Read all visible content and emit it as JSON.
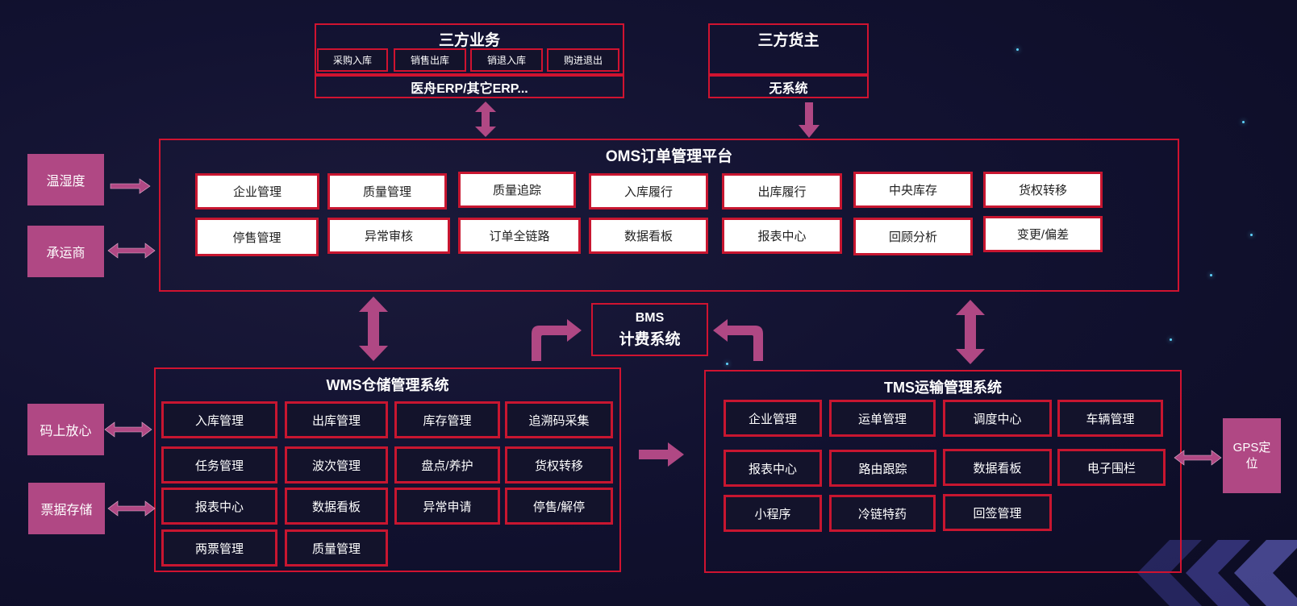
{
  "colors": {
    "frame": "#d01330",
    "side_box": "#b04884",
    "arrow": "#b04884",
    "background": "#121231"
  },
  "third_party_business": {
    "title": "三方业务",
    "items": [
      "采购入库",
      "销售出库",
      "销退入库",
      "购进退出"
    ],
    "erp": "医舟ERP/其它ERP..."
  },
  "third_party_owner": {
    "title": "三方货主",
    "system": "无系统"
  },
  "oms": {
    "title": "OMS订单管理平台",
    "row1": [
      "企业管理",
      "质量管理",
      "质量追踪",
      "入库履行",
      "出库履行",
      "中央库存",
      "货权转移"
    ],
    "row2": [
      "停售管理",
      "异常审核",
      "订单全链路",
      "数据看板",
      "报表中心",
      "回顾分析",
      "变更/偏差"
    ]
  },
  "bms": {
    "line1": "BMS",
    "line2": "计费系统"
  },
  "wms": {
    "title": "WMS仓储管理系统",
    "rows": [
      [
        "入库管理",
        "出库管理",
        "库存管理",
        "追溯码采集"
      ],
      [
        "任务管理",
        "波次管理",
        "盘点/养护",
        "货权转移"
      ],
      [
        "报表中心",
        "数据看板",
        "异常申请",
        "停售/解停"
      ],
      [
        "两票管理",
        "质量管理"
      ]
    ]
  },
  "tms": {
    "title": "TMS运输管理系统",
    "rows": [
      [
        "企业管理",
        "运单管理",
        "调度中心",
        "车辆管理"
      ],
      [
        "报表中心",
        "路由跟踪",
        "数据看板",
        "电子围栏"
      ],
      [
        "小程序",
        "冷链特药",
        "回签管理"
      ]
    ]
  },
  "side_boxes": {
    "temperature": "温湿度",
    "carrier": "承运商",
    "code_trust": "码上放心",
    "invoice_storage": "票据存储",
    "gps": "GPS定位"
  }
}
